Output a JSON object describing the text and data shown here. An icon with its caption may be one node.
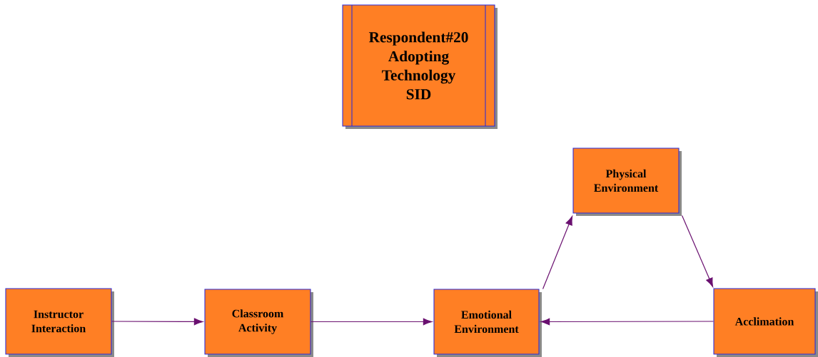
{
  "diagram": {
    "nodes": [
      {
        "text": [
          "Respondent#20 Adopting Technology SID"
        ]
      },
      {
        "text": [
          "Instructor Interaction"
        ]
      },
      {
        "text": [
          "Classroom Activity"
        ]
      },
      {
        "text": [
          "Emotional Environment"
        ]
      },
      {
        "text": [
          "Physical Environment"
        ]
      },
      {
        "text": [
          "Acclimation"
        ]
      }
    ],
    "edges": [
      {
        "from": 1,
        "to": 2,
        "arrow": "to"
      },
      {
        "from": 2,
        "to": 3,
        "arrow": "to"
      },
      {
        "from": 3,
        "to": 4,
        "arrow": "to"
      },
      {
        "from": 4,
        "to": 5,
        "arrow": "to"
      },
      {
        "from": 5,
        "to": 3,
        "arrow": "to"
      }
    ]
  }
}
